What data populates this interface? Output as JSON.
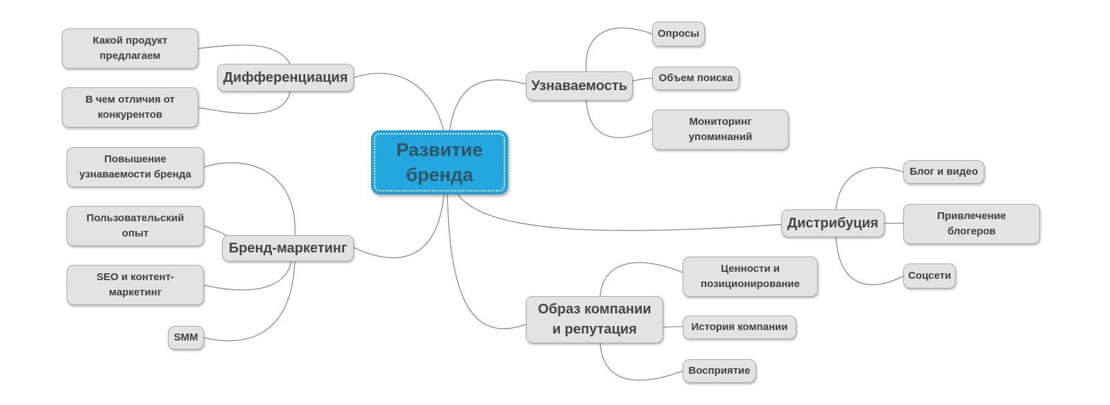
{
  "mindmap": {
    "center": "Развитие\nбренда",
    "branches": {
      "differentiation": {
        "label": "Дифференциация",
        "children": [
          "Какой продукт\nпредлагаем",
          "В чем отличия от\nконкурентов"
        ]
      },
      "brand_marketing": {
        "label": "Бренд-маркетинг",
        "children": [
          "Повышение\nузнаваемости бренда",
          "Пользовательский\nопыт",
          "SEO и контент-\nмаркетинг",
          "SMM"
        ]
      },
      "awareness": {
        "label": "Узнаваемость",
        "children": [
          "Опросы",
          "Объем поиска",
          "Мониторинг\nупоминаний"
        ]
      },
      "distribution": {
        "label": "Дистрибуция",
        "children": [
          "Блог и видео",
          "Привлечение\nблогеров",
          "Соцсети"
        ]
      },
      "image": {
        "label": "Образ компании\nи репутация",
        "children": [
          "Ценности и\nпозиционирование",
          "История компании",
          "Восприятие"
        ]
      }
    }
  },
  "colors": {
    "central_fill": "#23a7de",
    "node_fill": "#e3e3e3",
    "line": "#8a8a8a",
    "text": "#404040"
  }
}
